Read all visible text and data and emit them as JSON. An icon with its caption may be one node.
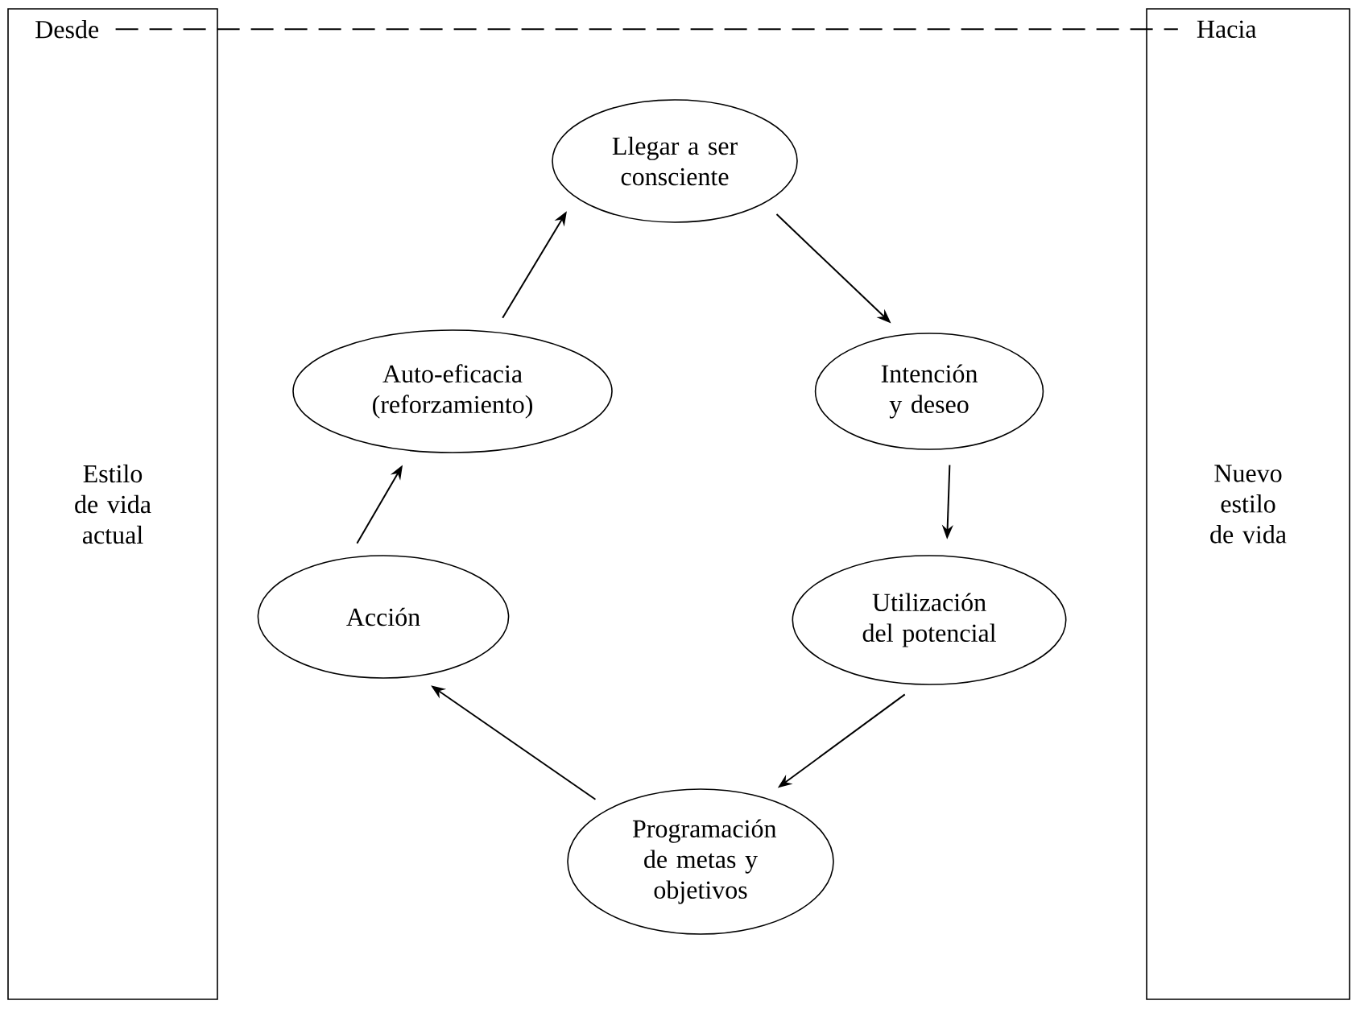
{
  "diagram": {
    "nodes": [
      {
        "text": [
          "Estilo de vida actual"
        ]
      },
      {
        "text": [
          "Desde"
        ],
        "in": 0
      },
      {
        "text": [
          "Nuevo estilo de vida"
        ]
      },
      {
        "text": [
          "Hacia"
        ],
        "in": 2
      },
      {
        "text": [
          "Llegar a ser consciente"
        ]
      },
      {
        "text": [
          "Intención y deseo"
        ]
      },
      {
        "text": [
          "Utilización del potencial"
        ]
      },
      {
        "text": [
          "Programación de metas y objetivos"
        ]
      },
      {
        "text": [
          "Acción"
        ]
      },
      {
        "text": [
          "Auto-eficacia (reforzamiento)"
        ]
      }
    ],
    "edges": [
      {
        "from": 1,
        "to": 3,
        "arrow": "none",
        "style": "dashed"
      },
      {
        "from": 4,
        "to": 5,
        "arrow": "to"
      },
      {
        "from": 5,
        "to": 6,
        "arrow": "to"
      },
      {
        "from": 6,
        "to": 7,
        "arrow": "to"
      },
      {
        "from": 7,
        "to": 8,
        "arrow": "to"
      },
      {
        "from": 8,
        "to": 9,
        "arrow": "to"
      },
      {
        "from": 9,
        "to": 4,
        "arrow": "to"
      }
    ]
  }
}
